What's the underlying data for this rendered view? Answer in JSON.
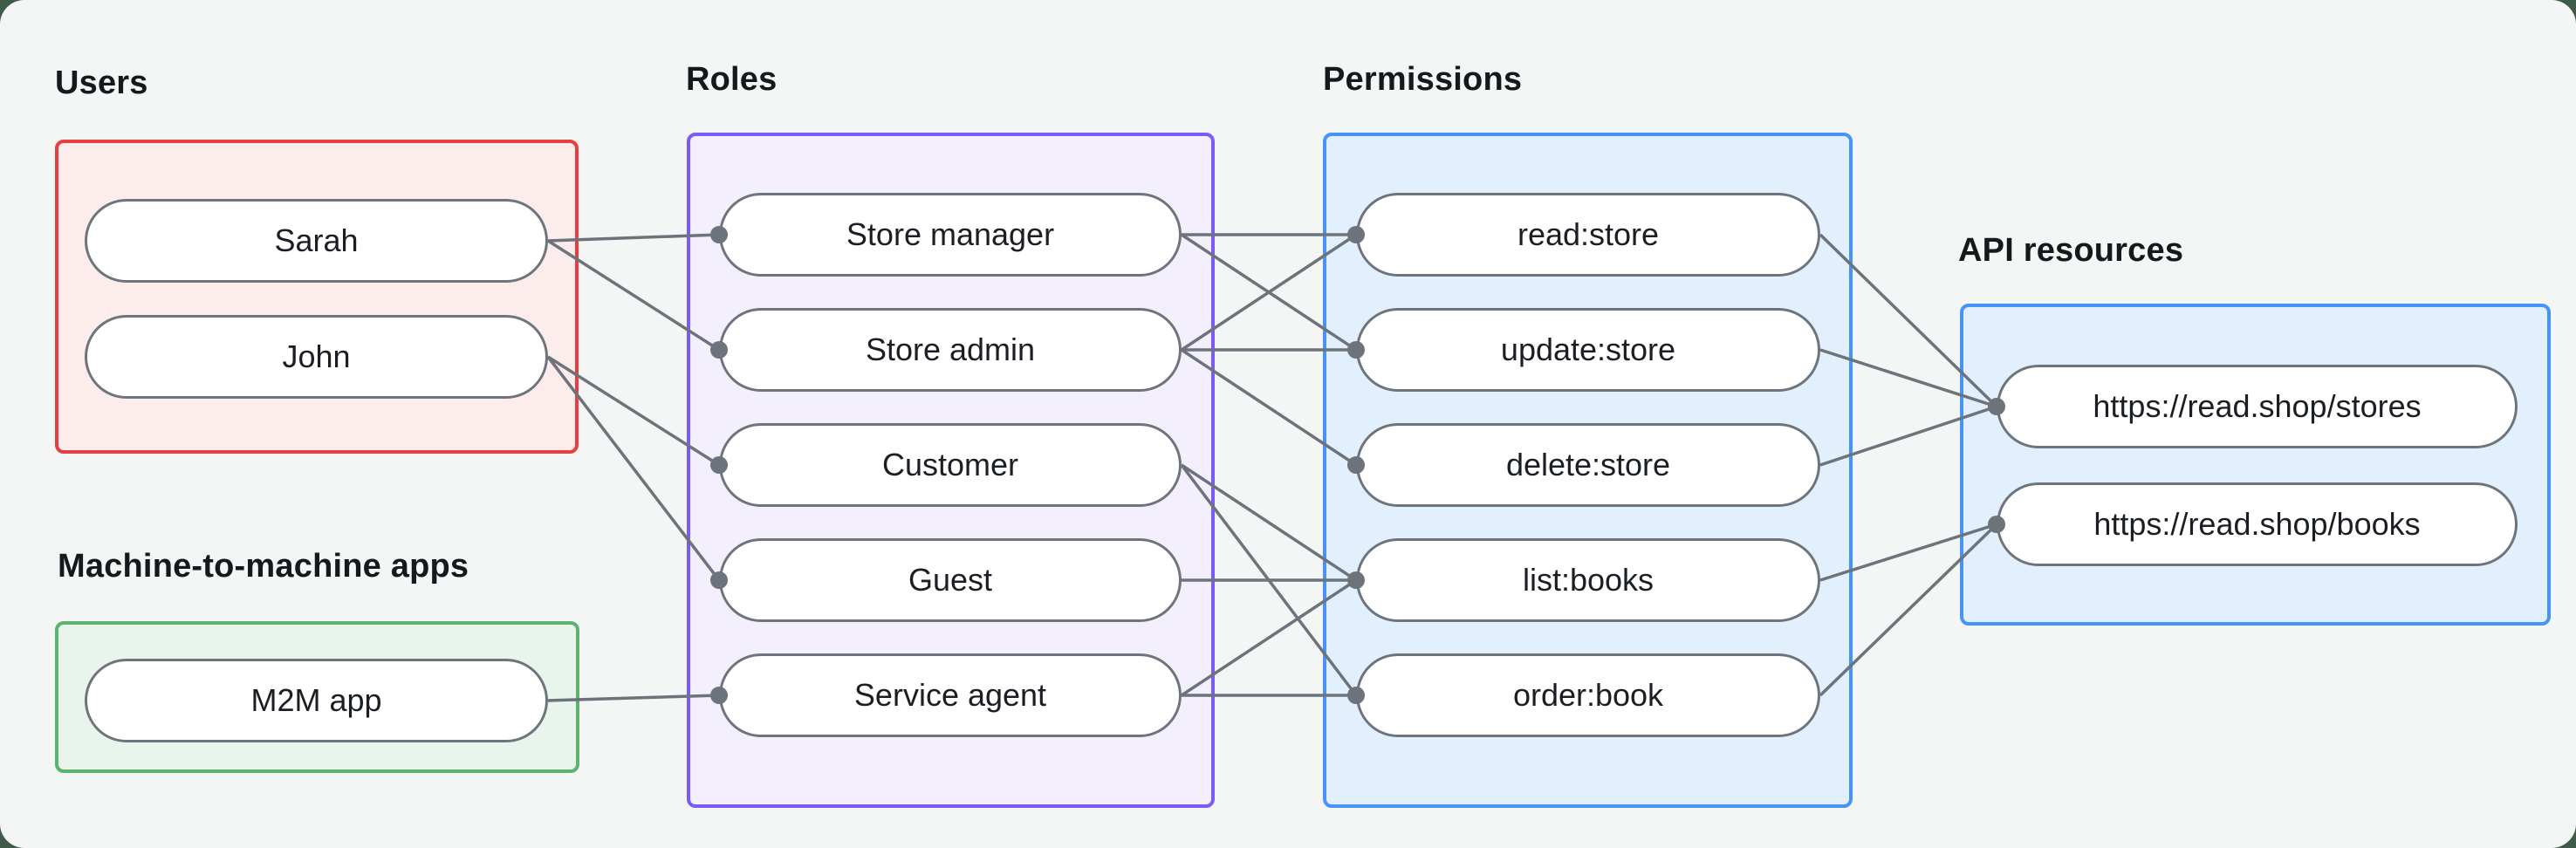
{
  "style": {
    "line_color": "#6d737a",
    "dot_color": "#6d737a",
    "canvas_color": "#f4f6f5",
    "outer_color": "#3f5b49",
    "red_border": "#e5403f",
    "green_border": "#5ab36e",
    "purple_border": "#7b5bf7",
    "blue_border": "#4794f8"
  },
  "groups": [
    {
      "id": "users",
      "label": "Users",
      "nodes": [
        {
          "id": "sarah",
          "label": "Sarah"
        },
        {
          "id": "john",
          "label": "John"
        }
      ]
    },
    {
      "id": "m2m",
      "label": "Machine-to-machine apps",
      "nodes": [
        {
          "id": "m2m-app",
          "label": "M2M app"
        }
      ]
    },
    {
      "id": "roles",
      "label": "Roles",
      "nodes": [
        {
          "id": "store-manager",
          "label": "Store manager"
        },
        {
          "id": "store-admin",
          "label": "Store admin"
        },
        {
          "id": "customer",
          "label": "Customer"
        },
        {
          "id": "guest",
          "label": "Guest"
        },
        {
          "id": "service-agent",
          "label": "Service agent"
        }
      ]
    },
    {
      "id": "permissions",
      "label": "Permissions",
      "nodes": [
        {
          "id": "read-store",
          "label": "read:store"
        },
        {
          "id": "update-store",
          "label": "update:store"
        },
        {
          "id": "delete-store",
          "label": "delete:store"
        },
        {
          "id": "list-books",
          "label": "list:books"
        },
        {
          "id": "order-book",
          "label": "order:book"
        }
      ]
    },
    {
      "id": "api",
      "label": "API resources",
      "nodes": [
        {
          "id": "stores",
          "label": "https://read.shop/stores"
        },
        {
          "id": "books",
          "label": "https://read.shop/books"
        }
      ]
    }
  ],
  "edges": [
    {
      "from": "sarah",
      "to": "store-manager"
    },
    {
      "from": "sarah",
      "to": "store-admin"
    },
    {
      "from": "john",
      "to": "customer"
    },
    {
      "from": "john",
      "to": "guest"
    },
    {
      "from": "m2m-app",
      "to": "service-agent"
    },
    {
      "from": "store-manager",
      "to": "read-store"
    },
    {
      "from": "store-manager",
      "to": "update-store"
    },
    {
      "from": "store-admin",
      "to": "read-store"
    },
    {
      "from": "store-admin",
      "to": "update-store"
    },
    {
      "from": "store-admin",
      "to": "delete-store"
    },
    {
      "from": "customer",
      "to": "list-books"
    },
    {
      "from": "customer",
      "to": "order-book"
    },
    {
      "from": "guest",
      "to": "list-books"
    },
    {
      "from": "service-agent",
      "to": "list-books"
    },
    {
      "from": "service-agent",
      "to": "order-book"
    },
    {
      "from": "read-store",
      "to": "stores"
    },
    {
      "from": "update-store",
      "to": "stores"
    },
    {
      "from": "delete-store",
      "to": "stores"
    },
    {
      "from": "list-books",
      "to": "books"
    },
    {
      "from": "order-book",
      "to": "books"
    }
  ]
}
